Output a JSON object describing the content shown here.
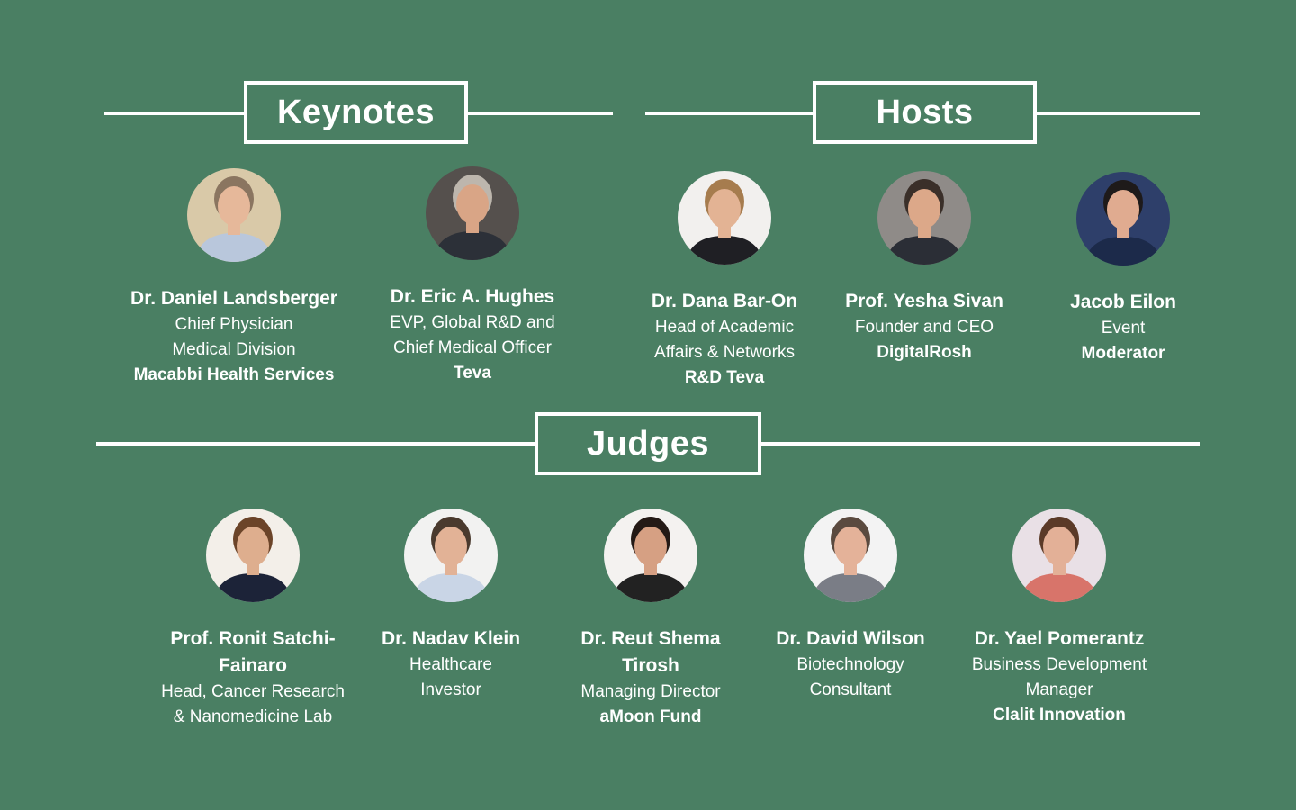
{
  "sections": {
    "keynotes": "Keynotes",
    "hosts": "Hosts",
    "judges": "Judges"
  },
  "colors": {
    "background": "#4a7f63",
    "text": "#ffffff"
  },
  "keynotes": [
    {
      "name": "Dr. Daniel Landsberger",
      "line1": "Chief Physician",
      "line2": "Medical Division",
      "org": "Macabbi Health Services",
      "bg": "#d9c9a8",
      "hair": "#8a7560",
      "skin": "#e6b89a",
      "shirt": "#b9c7dc"
    },
    {
      "name": "Dr. Eric A. Hughes",
      "line1": "EVP, Global R&D and",
      "line2": "Chief Medical Officer",
      "org": "Teva",
      "bg": "#55504d",
      "hair": "#bdb6ad",
      "skin": "#d9a586",
      "shirt": "#2c3038"
    }
  ],
  "hosts": [
    {
      "name": "Dr. Dana Bar-On",
      "line1": "Head of Academic",
      "line2": "Affairs & Networks",
      "org": "R&D Teva",
      "bg": "#f2f0ee",
      "hair": "#a67c4e",
      "skin": "#e3b394",
      "shirt": "#1f1f24"
    },
    {
      "name": "Prof. Yesha Sivan",
      "line1": "Founder and CEO",
      "org": "DigitalRosh",
      "bg": "#8f8b88",
      "hair": "#3a2f29",
      "skin": "#dca889",
      "shirt": "#2b2e36"
    },
    {
      "name": "Jacob Eilon",
      "line1": "Event",
      "org": "Moderator",
      "bg": "#2e3f6a",
      "hair": "#1e1a1a",
      "skin": "#e0ab90",
      "shirt": "#1c2a4a"
    }
  ],
  "judges": [
    {
      "name": "Prof. Ronit Satchi-Fainaro",
      "line1": "Head, Cancer Research",
      "line2": "& Nanomedicine Lab",
      "bg": "#f3efe9",
      "hair": "#6b4429",
      "skin": "#deae8e",
      "shirt": "#1c2338"
    },
    {
      "name": "Dr. Nadav Klein",
      "line1": "Healthcare",
      "line2": "Investor",
      "bg": "#f2f2f1",
      "hair": "#4a3a2e",
      "skin": "#e2b296",
      "shirt": "#c9d5e6"
    },
    {
      "name": "Dr. Reut Shema Tirosh",
      "line1": "Managing Director",
      "org": "aMoon Fund",
      "bg": "#f4f2f0",
      "hair": "#241a16",
      "skin": "#d6a083",
      "shirt": "#222222"
    },
    {
      "name": "Dr. David Wilson",
      "line1": "Biotechnology",
      "line2": "Consultant",
      "bg": "#f3f3f3",
      "hair": "#5a4a3f",
      "skin": "#e4b299",
      "shirt": "#7a7d86"
    },
    {
      "name": "Dr. Yael Pomerantz",
      "line1": "Business Development",
      "line2": "Manager",
      "org": "Clalit Innovation",
      "bg": "#e9e0e6",
      "hair": "#5b3a28",
      "skin": "#e3b097",
      "shirt": "#d8746a"
    }
  ]
}
